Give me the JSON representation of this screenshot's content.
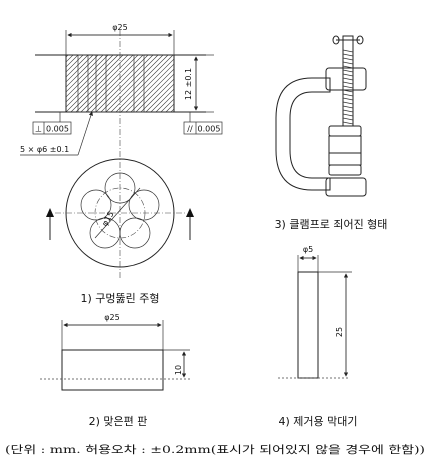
{
  "fig1": {
    "dim_width": "φ25",
    "dim_height": "12 ±0.1",
    "tol_left_symbol": "⊥",
    "tol_left_value": "0.005",
    "tol_right_symbol": "//",
    "tol_right_value": "0.005",
    "hole_spec": "5 × φ6 ±0.1",
    "pcd": "φ15",
    "caption": "1) 구멍뚫린 주형"
  },
  "fig2": {
    "dim_width": "φ25",
    "dim_height": "10",
    "caption": "2) 맞은편 판"
  },
  "fig3": {
    "caption": "3) 클램프로 죄어진 형태"
  },
  "fig4": {
    "dim_width": "φ5",
    "dim_height": "25",
    "caption": "4) 제거용 막대기"
  },
  "footnote": "(단위 : mm. 허용오차 : ±0.2mm(표시가 되어있지 않을 경우에 한함))"
}
